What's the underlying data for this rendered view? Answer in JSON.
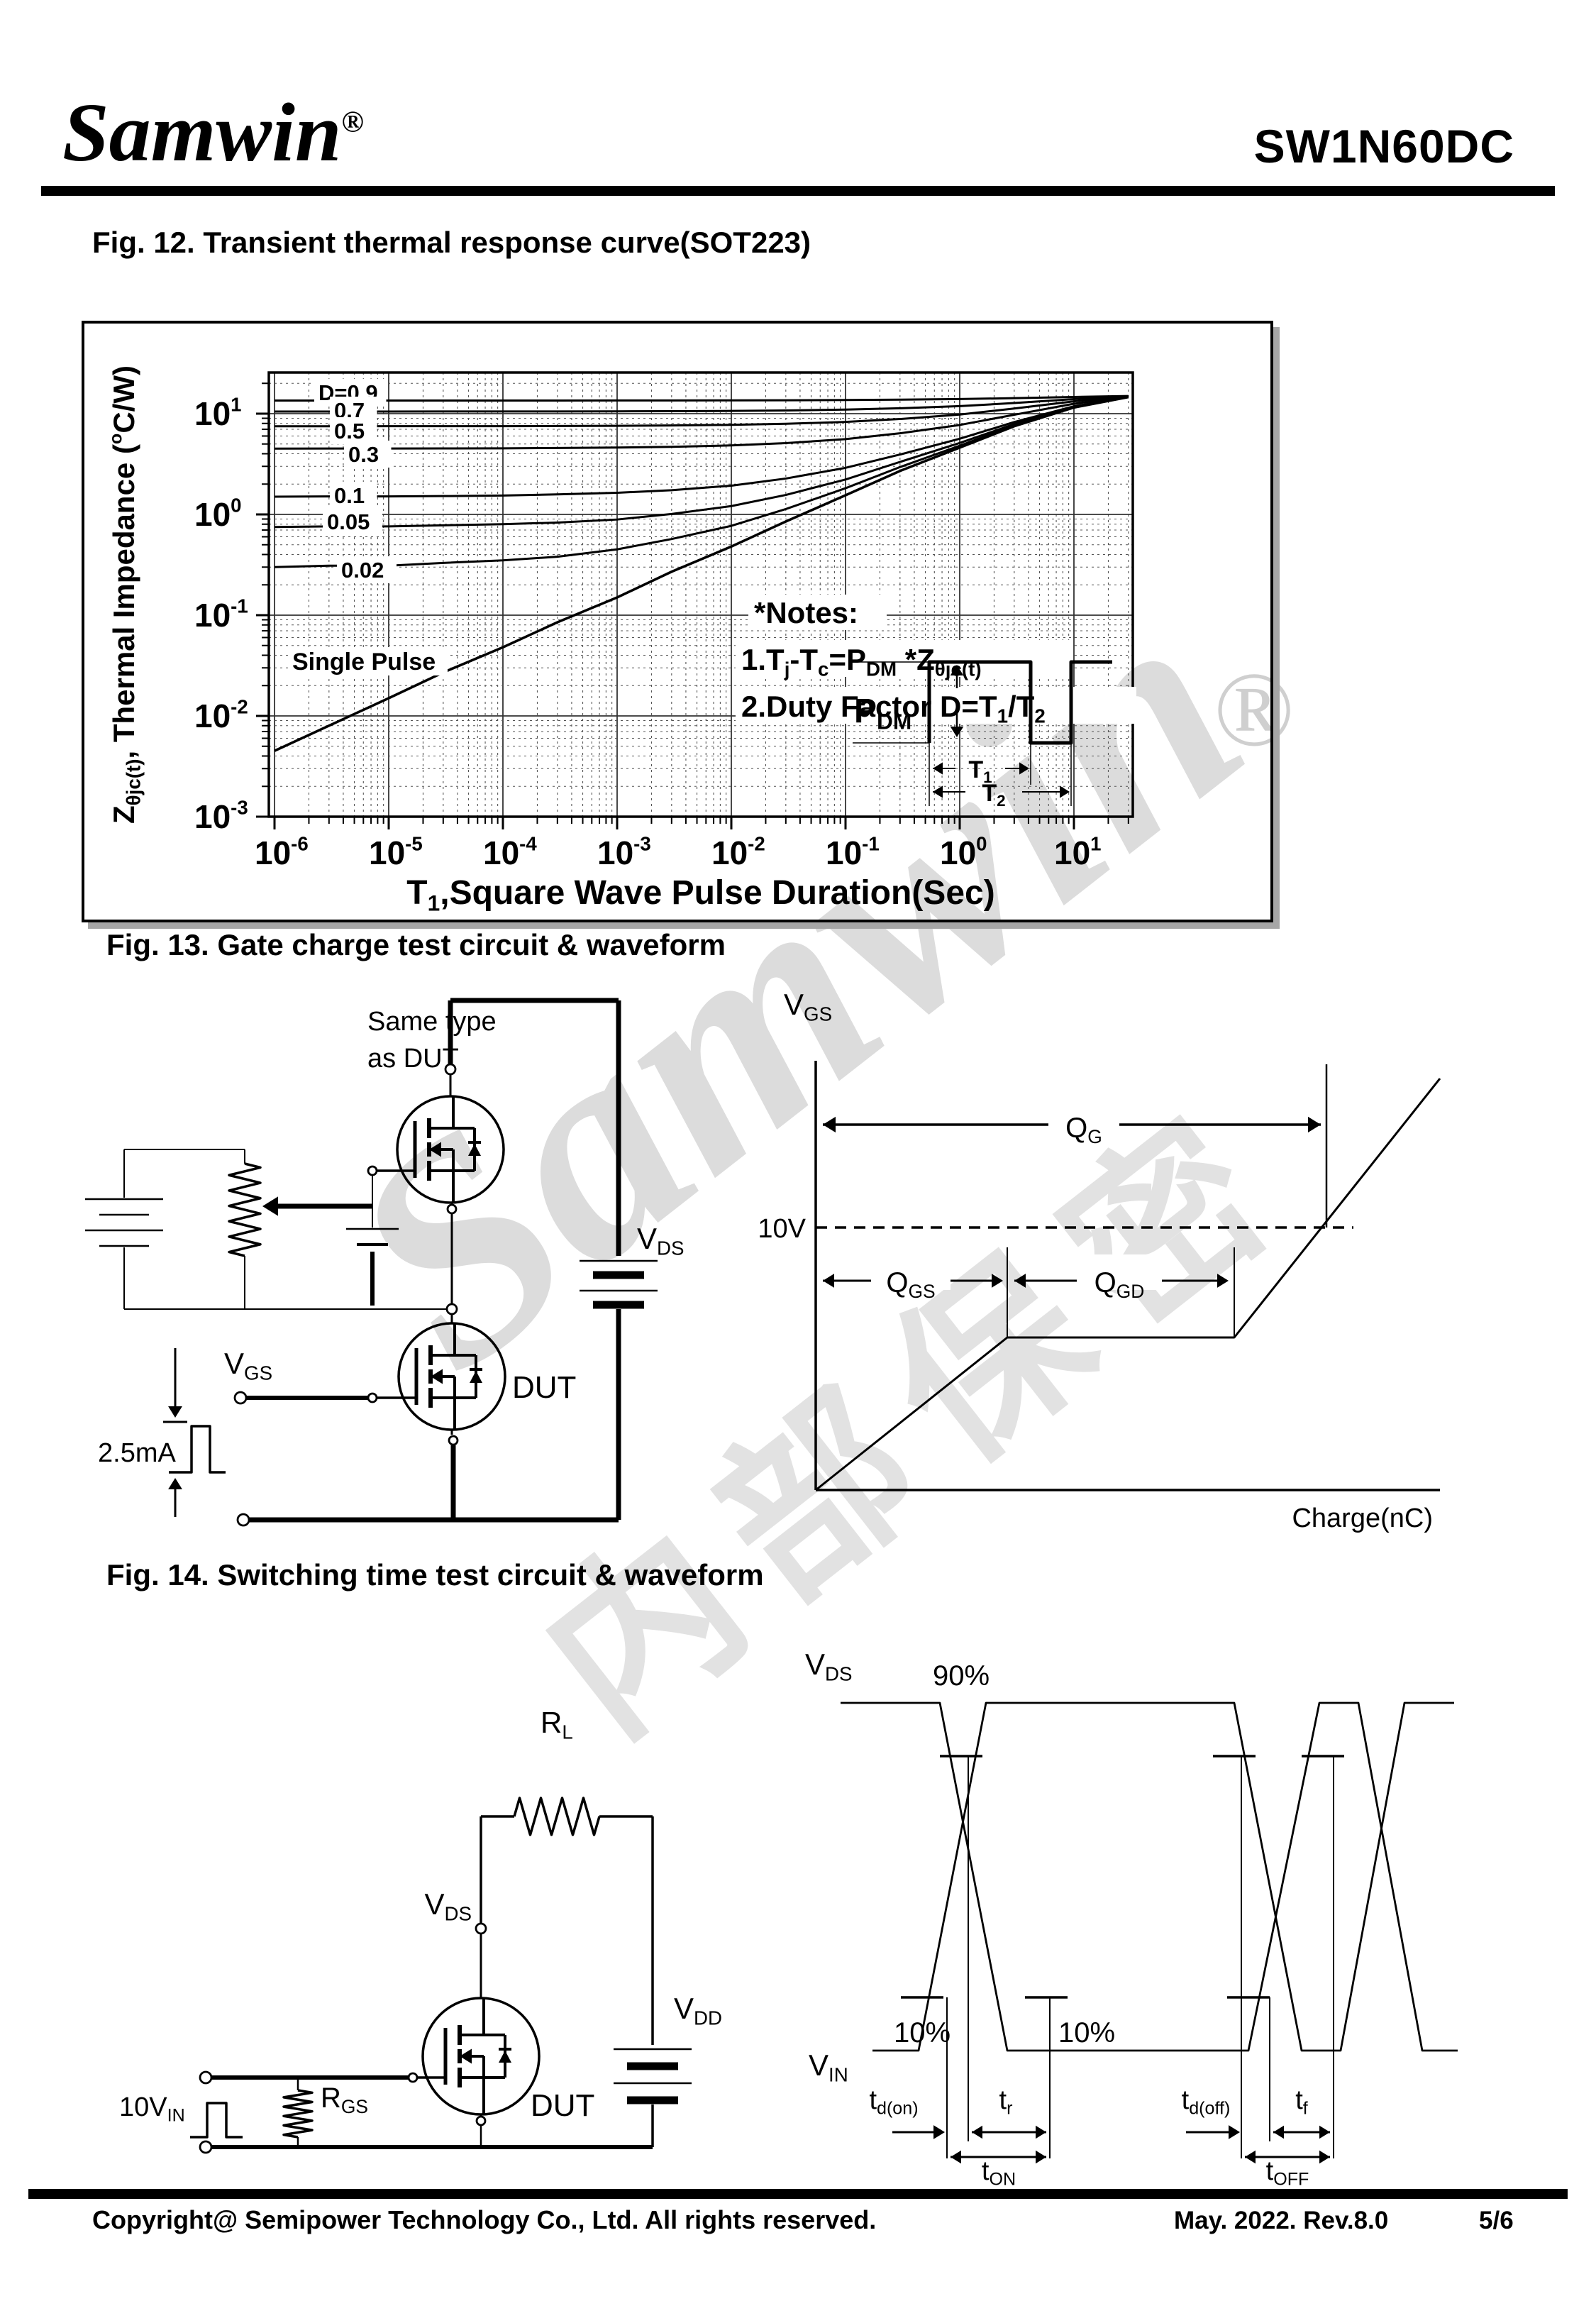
{
  "header": {
    "logo": "Samwin",
    "registered": "®",
    "part": "SW1N60DC"
  },
  "watermarks": {
    "brand": "Samwin",
    "cn": "内部保密",
    "registered": "®"
  },
  "figures": {
    "fig12": {
      "title": "Fig. 12. Transient thermal response curve(SOT223)"
    },
    "fig13": {
      "title": "Fig. 13. Gate charge test circuit & waveform",
      "circuit": {
        "same_type_1": "Same type",
        "same_type_2": "as DUT",
        "vds": [
          [
            "V"
          ],
          [
            "DS",
            "sub"
          ]
        ],
        "dut": "DUT",
        "vgs": [
          [
            "V"
          ],
          [
            "GS",
            "sub"
          ]
        ],
        "current": "2.5mA"
      },
      "waveform": {
        "vgs": [
          [
            "V"
          ],
          [
            "GS",
            "sub"
          ]
        ],
        "v10": "10V",
        "qg": [
          [
            "Q"
          ],
          [
            "G",
            "sub"
          ]
        ],
        "qgs": [
          [
            "Q"
          ],
          [
            "GS",
            "sub"
          ]
        ],
        "qgd": [
          [
            "Q"
          ],
          [
            "GD",
            "sub"
          ]
        ],
        "xlabel": "Charge(nC)"
      }
    },
    "fig14": {
      "title": "Fig. 14. Switching time test circuit & waveform",
      "circuit": {
        "rl": [
          [
            "R"
          ],
          [
            "L",
            "sub"
          ]
        ],
        "vds": [
          [
            "V"
          ],
          [
            "DS",
            "sub"
          ]
        ],
        "vdd": [
          [
            "V"
          ],
          [
            "DD",
            "sub"
          ]
        ],
        "rgs": [
          [
            "R"
          ],
          [
            "GS",
            "sub"
          ]
        ],
        "vin10": [
          [
            "10V"
          ],
          [
            "IN",
            "sub"
          ]
        ],
        "dut": "DUT"
      },
      "waveform": {
        "vds": [
          [
            "V"
          ],
          [
            "DS",
            "sub"
          ]
        ],
        "vin": [
          [
            "V"
          ],
          [
            "IN",
            "sub"
          ]
        ],
        "p90": "90%",
        "p10_left": "10%",
        "p10_right": "10%",
        "tdon": [
          [
            "t"
          ],
          [
            "d(on)",
            "sub"
          ]
        ],
        "tr": [
          [
            "t"
          ],
          [
            "r",
            "sub"
          ]
        ],
        "tdoff": [
          [
            "t"
          ],
          [
            "d(off)",
            "sub"
          ]
        ],
        "tf": [
          [
            "t"
          ],
          [
            "f",
            "sub"
          ]
        ],
        "ton": [
          [
            "t"
          ],
          [
            "ON",
            "sub"
          ]
        ],
        "toff": [
          [
            "t"
          ],
          [
            "OFF",
            "sub"
          ]
        ]
      }
    }
  },
  "chart_data": {
    "type": "line",
    "title": "Transient thermal response curve (SOT223)",
    "xlabel": "T1,Square Wave Pulse Duration(Sec)",
    "ylabel": "Zθjc(t), Thermal Impedance (°C/W)",
    "xlabel_parts": [
      [
        "T"
      ],
      [
        "1",
        "sub"
      ],
      [
        ",Square Wave Pulse Duration(Sec)"
      ]
    ],
    "ylabel_parts": [
      [
        "Z"
      ],
      [
        "θjc(t)",
        "sub"
      ],
      [
        ",  Thermal  Impedance  ("
      ],
      [
        "o",
        "sup"
      ],
      [
        "C/W)"
      ]
    ],
    "x_scale": "log",
    "y_scale": "log",
    "xlim": [
      1e-06,
      31.6
    ],
    "ylim": [
      0.001,
      31.6
    ],
    "grid": true,
    "tick_base": "10",
    "x_tick_exponents": [
      -6,
      -5,
      -4,
      -3,
      -2,
      -1,
      0,
      1
    ],
    "y_tick_exponents": [
      1,
      0,
      -1,
      -2,
      -3
    ],
    "x": [
      1e-06,
      3e-06,
      1e-05,
      3e-05,
      0.0001,
      0.0003,
      0.001,
      0.003,
      0.01,
      0.03,
      0.1,
      0.3,
      1,
      3,
      10,
      30
    ],
    "series": [
      {
        "name": "D=0.9",
        "values": [
          13.5,
          13.5,
          13.5,
          13.5,
          13.51,
          13.51,
          13.52,
          13.53,
          13.55,
          13.59,
          13.66,
          13.77,
          13.96,
          14.25,
          14.65,
          14.96
        ]
      },
      {
        "name": "0.7",
        "values": [
          10.5,
          10.5,
          10.5,
          10.51,
          10.51,
          10.53,
          10.55,
          10.58,
          10.64,
          10.76,
          10.97,
          11.31,
          11.88,
          12.75,
          13.95,
          14.88
        ]
      },
      {
        "name": "0.5",
        "values": [
          7.5,
          7.5,
          7.51,
          7.51,
          7.52,
          7.54,
          7.58,
          7.64,
          7.74,
          7.93,
          8.28,
          8.85,
          9.8,
          11.25,
          13.25,
          14.8
        ]
      },
      {
        "name": "0.3",
        "values": [
          4.5,
          4.51,
          4.51,
          4.52,
          4.53,
          4.56,
          4.61,
          4.69,
          4.84,
          5.1,
          5.59,
          6.39,
          7.72,
          9.75,
          12.55,
          14.72
        ]
      },
      {
        "name": "0.1",
        "values": [
          1.5,
          1.51,
          1.51,
          1.52,
          1.54,
          1.58,
          1.64,
          1.74,
          1.93,
          2.27,
          2.9,
          3.93,
          5.64,
          8.25,
          11.85,
          14.64
        ]
      },
      {
        "name": "0.05",
        "values": [
          0.75,
          0.76,
          0.76,
          0.78,
          0.8,
          0.83,
          0.89,
          1.01,
          1.21,
          1.56,
          2.22,
          3.32,
          5.12,
          7.88,
          11.68,
          14.62
        ]
      },
      {
        "name": "0.02",
        "values": [
          0.3,
          0.31,
          0.31,
          0.33,
          0.35,
          0.38,
          0.45,
          0.57,
          0.77,
          1.13,
          1.82,
          2.95,
          4.81,
          7.65,
          11.57,
          14.61
        ]
      },
      {
        "name": "Single Pulse",
        "values": [
          0.0045,
          0.008,
          0.015,
          0.027,
          0.048,
          0.085,
          0.15,
          0.27,
          0.48,
          0.85,
          1.55,
          2.7,
          4.6,
          7.5,
          11.5,
          14.6
        ]
      }
    ],
    "annotations": {
      "notes_title": "*Notes:",
      "note1": "1.Tj-Tc=PDM *Zθjc(t)",
      "note1_parts": [
        [
          "1.T"
        ],
        [
          "j",
          "sub"
        ],
        [
          "-T"
        ],
        [
          "c",
          "sub"
        ],
        [
          "=P"
        ],
        [
          "DM",
          "sub"
        ],
        [
          " *Z"
        ],
        [
          "θjc(t)",
          "sub"
        ]
      ],
      "note2": "2.Duty Factor D=T1/T2",
      "note2_parts": [
        [
          "2.Duty Factor D=T"
        ],
        [
          "1",
          "sub"
        ],
        [
          "/T"
        ],
        [
          "2",
          "sub"
        ]
      ],
      "pdm": [
        [
          "P"
        ],
        [
          "DM",
          "sub"
        ]
      ],
      "t1": [
        [
          "T"
        ],
        [
          "1",
          "sub"
        ]
      ],
      "t2": [
        [
          "T"
        ],
        [
          "2",
          "sub"
        ]
      ]
    }
  },
  "footer": {
    "copyright": "Copyright@ Semipower Technology Co., Ltd. All rights reserved.",
    "revision": "May. 2022. Rev.8.0",
    "page": "5/6"
  }
}
